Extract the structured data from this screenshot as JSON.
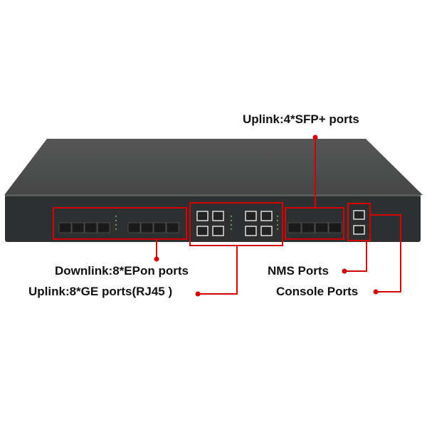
{
  "labels": {
    "sfp_plus": "Uplink:4*SFP+ ports",
    "downlink": "Downlink:8*EPon ports",
    "ge": "Uplink:8*GE ports(RJ45 )",
    "nms": "NMS Ports",
    "console": "Console Ports"
  },
  "colors": {
    "annotation": "#d40000",
    "chassis": "#3a3b3b",
    "top": "#4a4b4b",
    "text": "#111111"
  }
}
